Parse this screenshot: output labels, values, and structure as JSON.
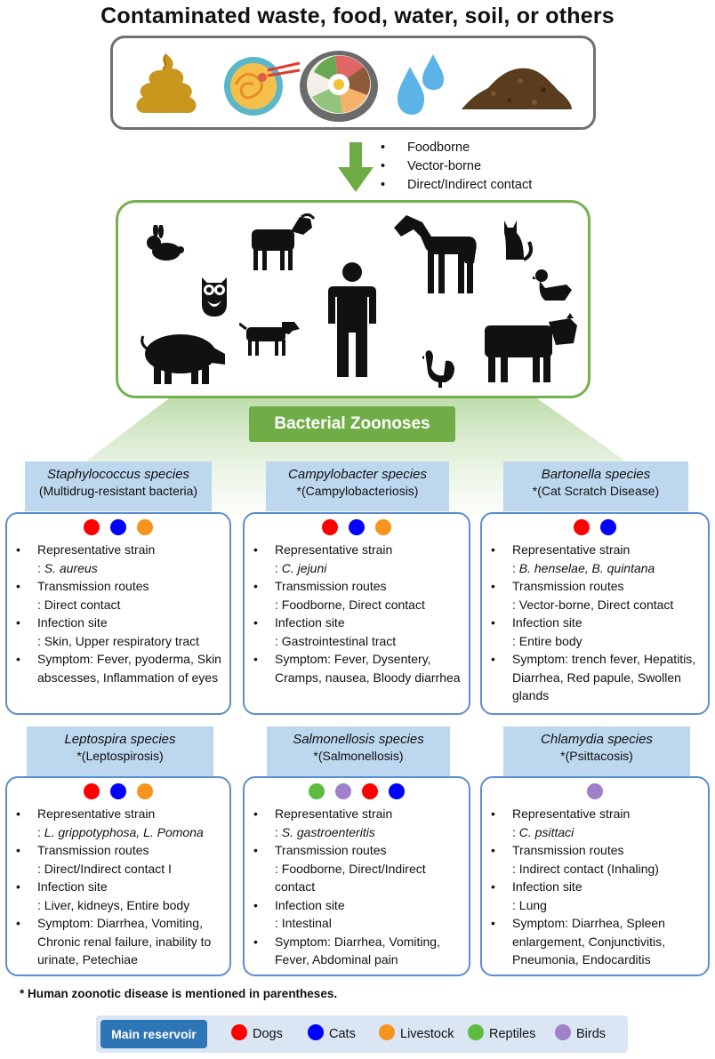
{
  "title": "Contaminated waste, food, water, soil, or others",
  "routes": [
    "Foodborne",
    "Vector-borne",
    "Direct/Indirect contact"
  ],
  "top_icons": [
    "poop-icon",
    "noodle-bowl-icon",
    "bibimbap-icon",
    "water-drops-icon",
    "soil-pile-icon"
  ],
  "animal_icons": [
    "rabbit-icon",
    "goat-icon",
    "horse-icon",
    "cat-icon",
    "owl-icon",
    "duck-icon",
    "human-icon",
    "pig-icon",
    "dog-icon",
    "cow-icon",
    "rooster-icon"
  ],
  "central_label": "Bacterial Zoonoses",
  "colors": {
    "dogs": "#ff0000",
    "cats": "#0000ff",
    "livestock": "#f7941d",
    "reptiles": "#5dbb3f",
    "birds": "#a080c8",
    "green": "#70ad47",
    "header_blue": "#bdd7ee",
    "card_border": "#5b8ed2"
  },
  "cards": [
    {
      "name": "Staphylococcus species",
      "subtitle": "(Multidrug-resistant bacteria)",
      "reservoirs": [
        "dogs",
        "cats",
        "livestock"
      ],
      "items": [
        {
          "label": "Representative strain",
          "detail": ": S. aureus",
          "italic": true
        },
        {
          "label": "Transmission routes",
          "detail": ": Direct contact"
        },
        {
          "label": "Infection site",
          "detail": ": Skin, Upper respiratory tract"
        },
        {
          "label": "Symptom: Fever, pyoderma, Skin abscesses, Inflammation of eyes"
        }
      ]
    },
    {
      "name": "Campylobacter species",
      "subtitle": "*(Campylobacteriosis)",
      "reservoirs": [
        "dogs",
        "cats",
        "livestock"
      ],
      "items": [
        {
          "label": "Representative strain",
          "detail": ": C. jejuni",
          "italic": true
        },
        {
          "label": "Transmission routes",
          "detail": ": Foodborne, Direct contact"
        },
        {
          "label": "Infection site",
          "detail": ": Gastrointestinal tract"
        },
        {
          "label": "Symptom: Fever, Dysentery, Cramps, nausea, Bloody diarrhea"
        }
      ]
    },
    {
      "name": "Bartonella species",
      "subtitle": "*(Cat Scratch Disease)",
      "reservoirs": [
        "dogs",
        "cats"
      ],
      "items": [
        {
          "label": "Representative strain",
          "detail": ": B. henselae, B. quintana",
          "italic": true
        },
        {
          "label": "Transmission routes",
          "detail": ": Vector-borne, Direct contact"
        },
        {
          "label": "Infection site",
          "detail": ": Entire body"
        },
        {
          "label": "Symptom: trench fever, Hepatitis, Diarrhea, Red papule, Swollen glands"
        }
      ]
    },
    {
      "name": "Leptospira species",
      "subtitle": "*(Leptospirosis)",
      "reservoirs": [
        "dogs",
        "cats",
        "livestock"
      ],
      "items": [
        {
          "label": "Representative strain",
          "detail": ": L. grippotyphosa, L. Pomona",
          "italic": true
        },
        {
          "label": "Transmission routes",
          "detail": ": Direct/Indirect contact I"
        },
        {
          "label": "Infection site",
          "detail": ": Liver, kidneys, Entire body"
        },
        {
          "label": "Symptom: Diarrhea, Vomiting, Chronic renal failure, inability to urinate, Petechiae"
        }
      ]
    },
    {
      "name": "Salmonellosis species",
      "subtitle": "*(Salmonellosis)",
      "reservoirs": [
        "reptiles",
        "birds",
        "dogs",
        "cats"
      ],
      "items": [
        {
          "label": "Representative strain",
          "detail": ": S. gastroenteritis",
          "italic": true
        },
        {
          "label": "Transmission routes",
          "detail": ": Foodborne, Direct/Indirect contact"
        },
        {
          "label": "Infection site",
          "detail": ": Intestinal"
        },
        {
          "label": "Symptom: Diarrhea, Vomiting, Fever, Abdominal pain"
        }
      ]
    },
    {
      "name": "Chlamydia species",
      "subtitle": "*(Psittacosis)",
      "reservoirs": [
        "birds"
      ],
      "items": [
        {
          "label": "Representative strain",
          "detail": ": C. psittaci",
          "italic": true
        },
        {
          "label": "Transmission routes",
          "detail": ": Indirect contact (Inhaling)"
        },
        {
          "label": "Infection site",
          "detail": ": Lung"
        },
        {
          "label": "Symptom: Diarrhea, Spleen enlargement, Conjunctivitis, Pneumonia, Endocarditis"
        }
      ]
    }
  ],
  "footnote": "* Human zoonotic disease is mentioned in parentheses.",
  "legend": {
    "title": "Main reservoir",
    "items": [
      {
        "key": "dogs",
        "label": "Dogs"
      },
      {
        "key": "cats",
        "label": "Cats"
      },
      {
        "key": "livestock",
        "label": "Livestock"
      },
      {
        "key": "reptiles",
        "label": "Reptiles"
      },
      {
        "key": "birds",
        "label": "Birds"
      }
    ]
  }
}
